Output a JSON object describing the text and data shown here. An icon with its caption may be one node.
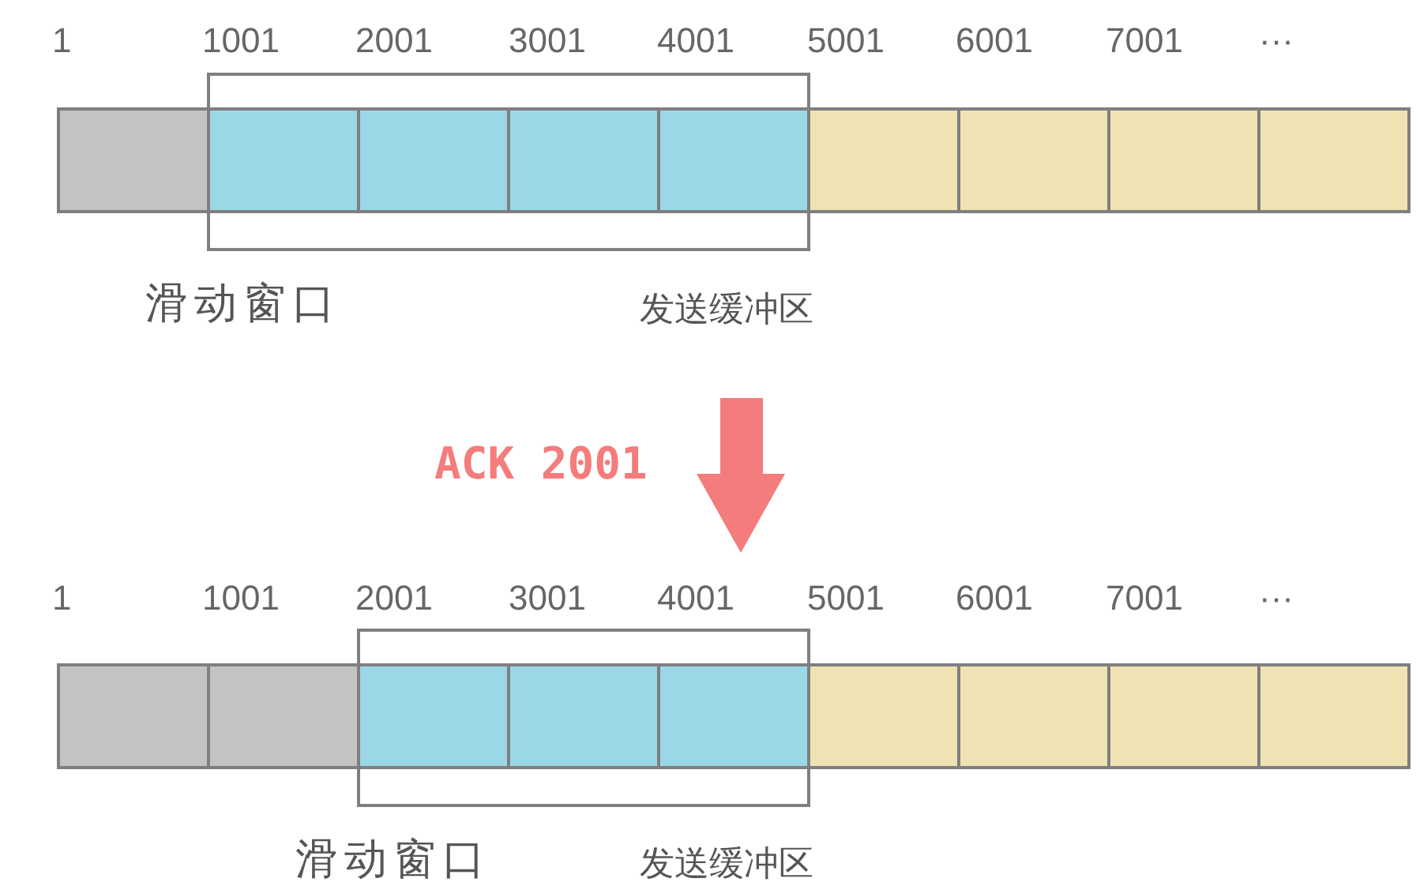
{
  "diagram": {
    "nodes": [
      {
        "text": [],
        "shape": "box"
      },
      {
        "text": [
          "滑动窗口"
        ]
      },
      {
        "text": [],
        "shape": "box",
        "in": 1
      },
      {
        "text": [],
        "shape": "box",
        "in": 1
      },
      {
        "text": [],
        "shape": "box",
        "in": 1
      },
      {
        "text": [],
        "shape": "box",
        "in": 1
      },
      {
        "text": [],
        "shape": "box"
      },
      {
        "text": [],
        "shape": "box"
      },
      {
        "text": [],
        "shape": "box"
      },
      {
        "text": [],
        "shape": "box"
      },
      {
        "text": [],
        "shape": "box"
      },
      {
        "text": [],
        "shape": "box"
      },
      {
        "text": [
          "滑动窗口"
        ]
      },
      {
        "text": [],
        "shape": "box",
        "in": 12
      },
      {
        "text": [],
        "shape": "box",
        "in": 12
      },
      {
        "text": [],
        "shape": "box",
        "in": 12
      },
      {
        "text": [],
        "shape": "box"
      },
      {
        "text": [],
        "shape": "box"
      },
      {
        "text": [],
        "shape": "box"
      },
      {
        "text": [],
        "shape": "box"
      }
    ],
    "labels": [
      "1",
      "1001",
      "2001",
      "3001",
      "4001",
      "5001",
      "6001",
      "7001",
      "···",
      "发送缓冲区",
      "ACK 2001",
      "1",
      "1001",
      "2001",
      "3001",
      "4001",
      "5001",
      "6001",
      "7001",
      "···",
      "发送缓冲区"
    ]
  }
}
